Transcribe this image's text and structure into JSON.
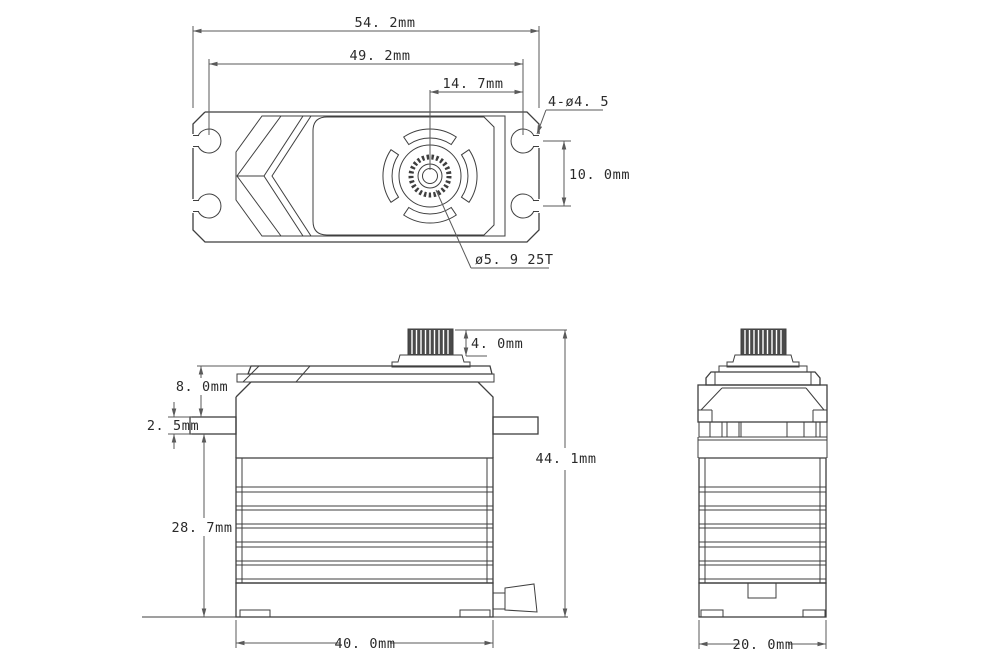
{
  "drawing": {
    "type": "servo-dimensional-drawing",
    "colors": {
      "line": "#3f3f3f",
      "dim": "#5a5a5a",
      "text": "#2a2a2a",
      "fill": "#4a4a4a",
      "background": "#ffffff"
    }
  },
  "dimensions": {
    "overall_width": "54. 2mm",
    "mount_hole_span": "49. 2mm",
    "spline_offset": "14. 7mm",
    "mount_hole_callout": "4-ø4. 5",
    "mount_hole_pitch": "10. 0mm",
    "spline_callout": "ø5. 9 25T",
    "spline_height": "4. 0mm",
    "head_height": "8. 0mm",
    "tab_thickness": "2. 5mm",
    "lower_body_height": "28. 7mm",
    "overall_height": "44. 1mm",
    "body_width": "40. 0mm",
    "body_depth": "20. 0mm"
  }
}
